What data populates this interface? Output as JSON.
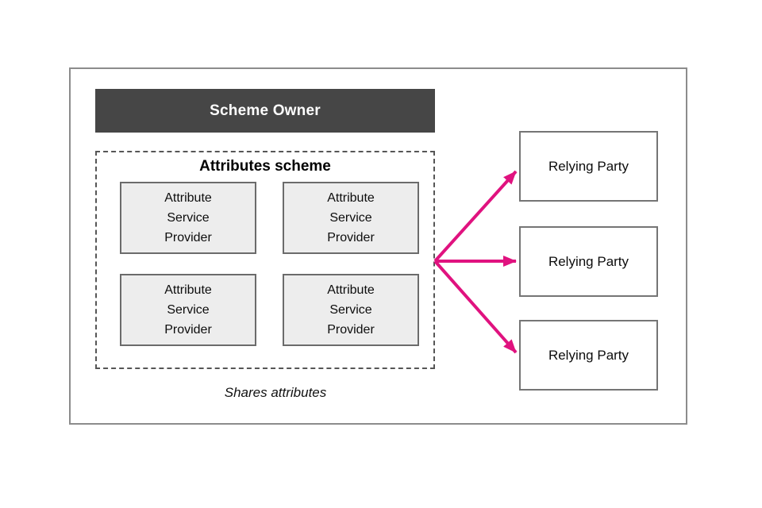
{
  "diagram": {
    "colors": {
      "arrow": "#e0127f",
      "header_bg": "#464646",
      "header_text": "#ffffff",
      "provider_fill": "#ededed"
    },
    "scheme_owner_label": "Scheme Owner",
    "attributes_scheme": {
      "title": "Attributes scheme",
      "providers": [
        {
          "label": "Attribute\nService\nProvider"
        },
        {
          "label": "Attribute\nService\nProvider"
        },
        {
          "label": "Attribute\nService\nProvider"
        },
        {
          "label": "Attribute\nService\nProvider"
        }
      ]
    },
    "caption": "Shares attributes",
    "relying_parties": [
      {
        "label": "Relying Party"
      },
      {
        "label": "Relying Party"
      },
      {
        "label": "Relying Party"
      }
    ]
  }
}
